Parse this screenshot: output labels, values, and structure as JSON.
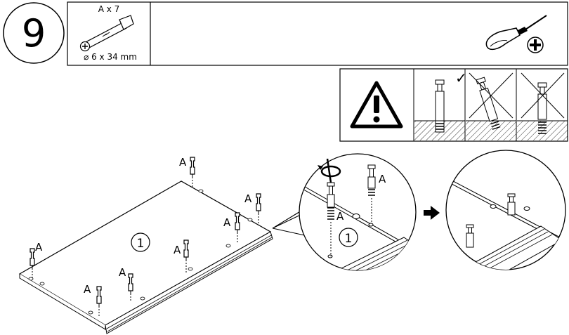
{
  "step": {
    "number": "9"
  },
  "parts": {
    "part_letter": "A",
    "quantity": "A x 7",
    "dimension": "⌀ 6 x 34 mm"
  },
  "tools": {
    "icon": "phillips-screwdriver-icon"
  },
  "warning": {
    "icon": "warning-triangle-icon",
    "correct_mark": "✓"
  },
  "main_panel": {
    "number": "1",
    "part_labels": [
      "A",
      "A",
      "A",
      "A",
      "A",
      "A",
      "A"
    ]
  },
  "detail": {
    "number": "1",
    "part_labels": [
      "A",
      "A"
    ]
  }
}
